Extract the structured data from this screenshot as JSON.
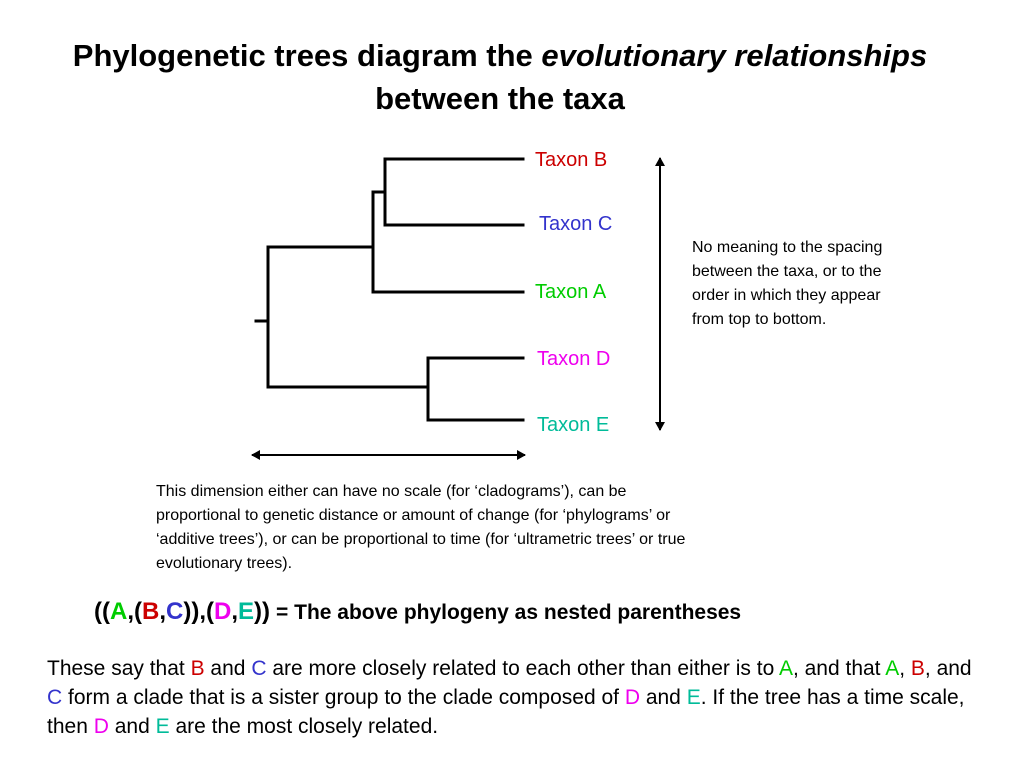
{
  "title": {
    "part1": "Phylogenetic trees diagram the ",
    "emphasis": "evolutionary relationships",
    "part2": " between the taxa"
  },
  "colors": {
    "taxon_a": "#00cc00",
    "taxon_b": "#cc0000",
    "taxon_c": "#3333cc",
    "taxon_d": "#ee00ee",
    "taxon_e": "#00bb99"
  },
  "taxa": {
    "b": "Taxon B",
    "c": "Taxon C",
    "a": "Taxon A",
    "d": "Taxon D",
    "e": "Taxon E"
  },
  "notes": {
    "spacing": "No meaning to the spacing between the taxa, or to the order in which they appear from top to bottom.",
    "dimension": "This dimension either can have no scale (for ‘cladograms’), can be proportional to genetic distance or amount of change (for ‘phylograms’ or ‘additive trees’), or can be proportional to time (for ‘ultrametric trees’ or true evolutionary trees)."
  },
  "newick": {
    "open": "((",
    "a": "A",
    "comma_open": ",(",
    "b": "B",
    "comma": ",",
    "c": "C",
    "close_mid": ")),(",
    "d": "D",
    "comma2": ",",
    "e": "E",
    "close": "))",
    "description": "= The above phylogeny as nested parentheses"
  },
  "paragraph": {
    "s1": "These say that ",
    "b1": "B",
    "s2": " and ",
    "c1": "C",
    "s3": " are more closely related to each other than either is to ",
    "a1": "A",
    "s4": ", and that ",
    "a2": "A",
    "s5": ", ",
    "b2": "B",
    "s6": ", and ",
    "c2": "C",
    "s7": " form a clade that is a sister group to the clade composed of ",
    "d1": "D",
    "s8": " and ",
    "e1": "E",
    "s9": ".  If the tree has a time scale, then ",
    "d2": "D",
    "s10": " and ",
    "e2": "E",
    "s11": " are the most closely related."
  }
}
